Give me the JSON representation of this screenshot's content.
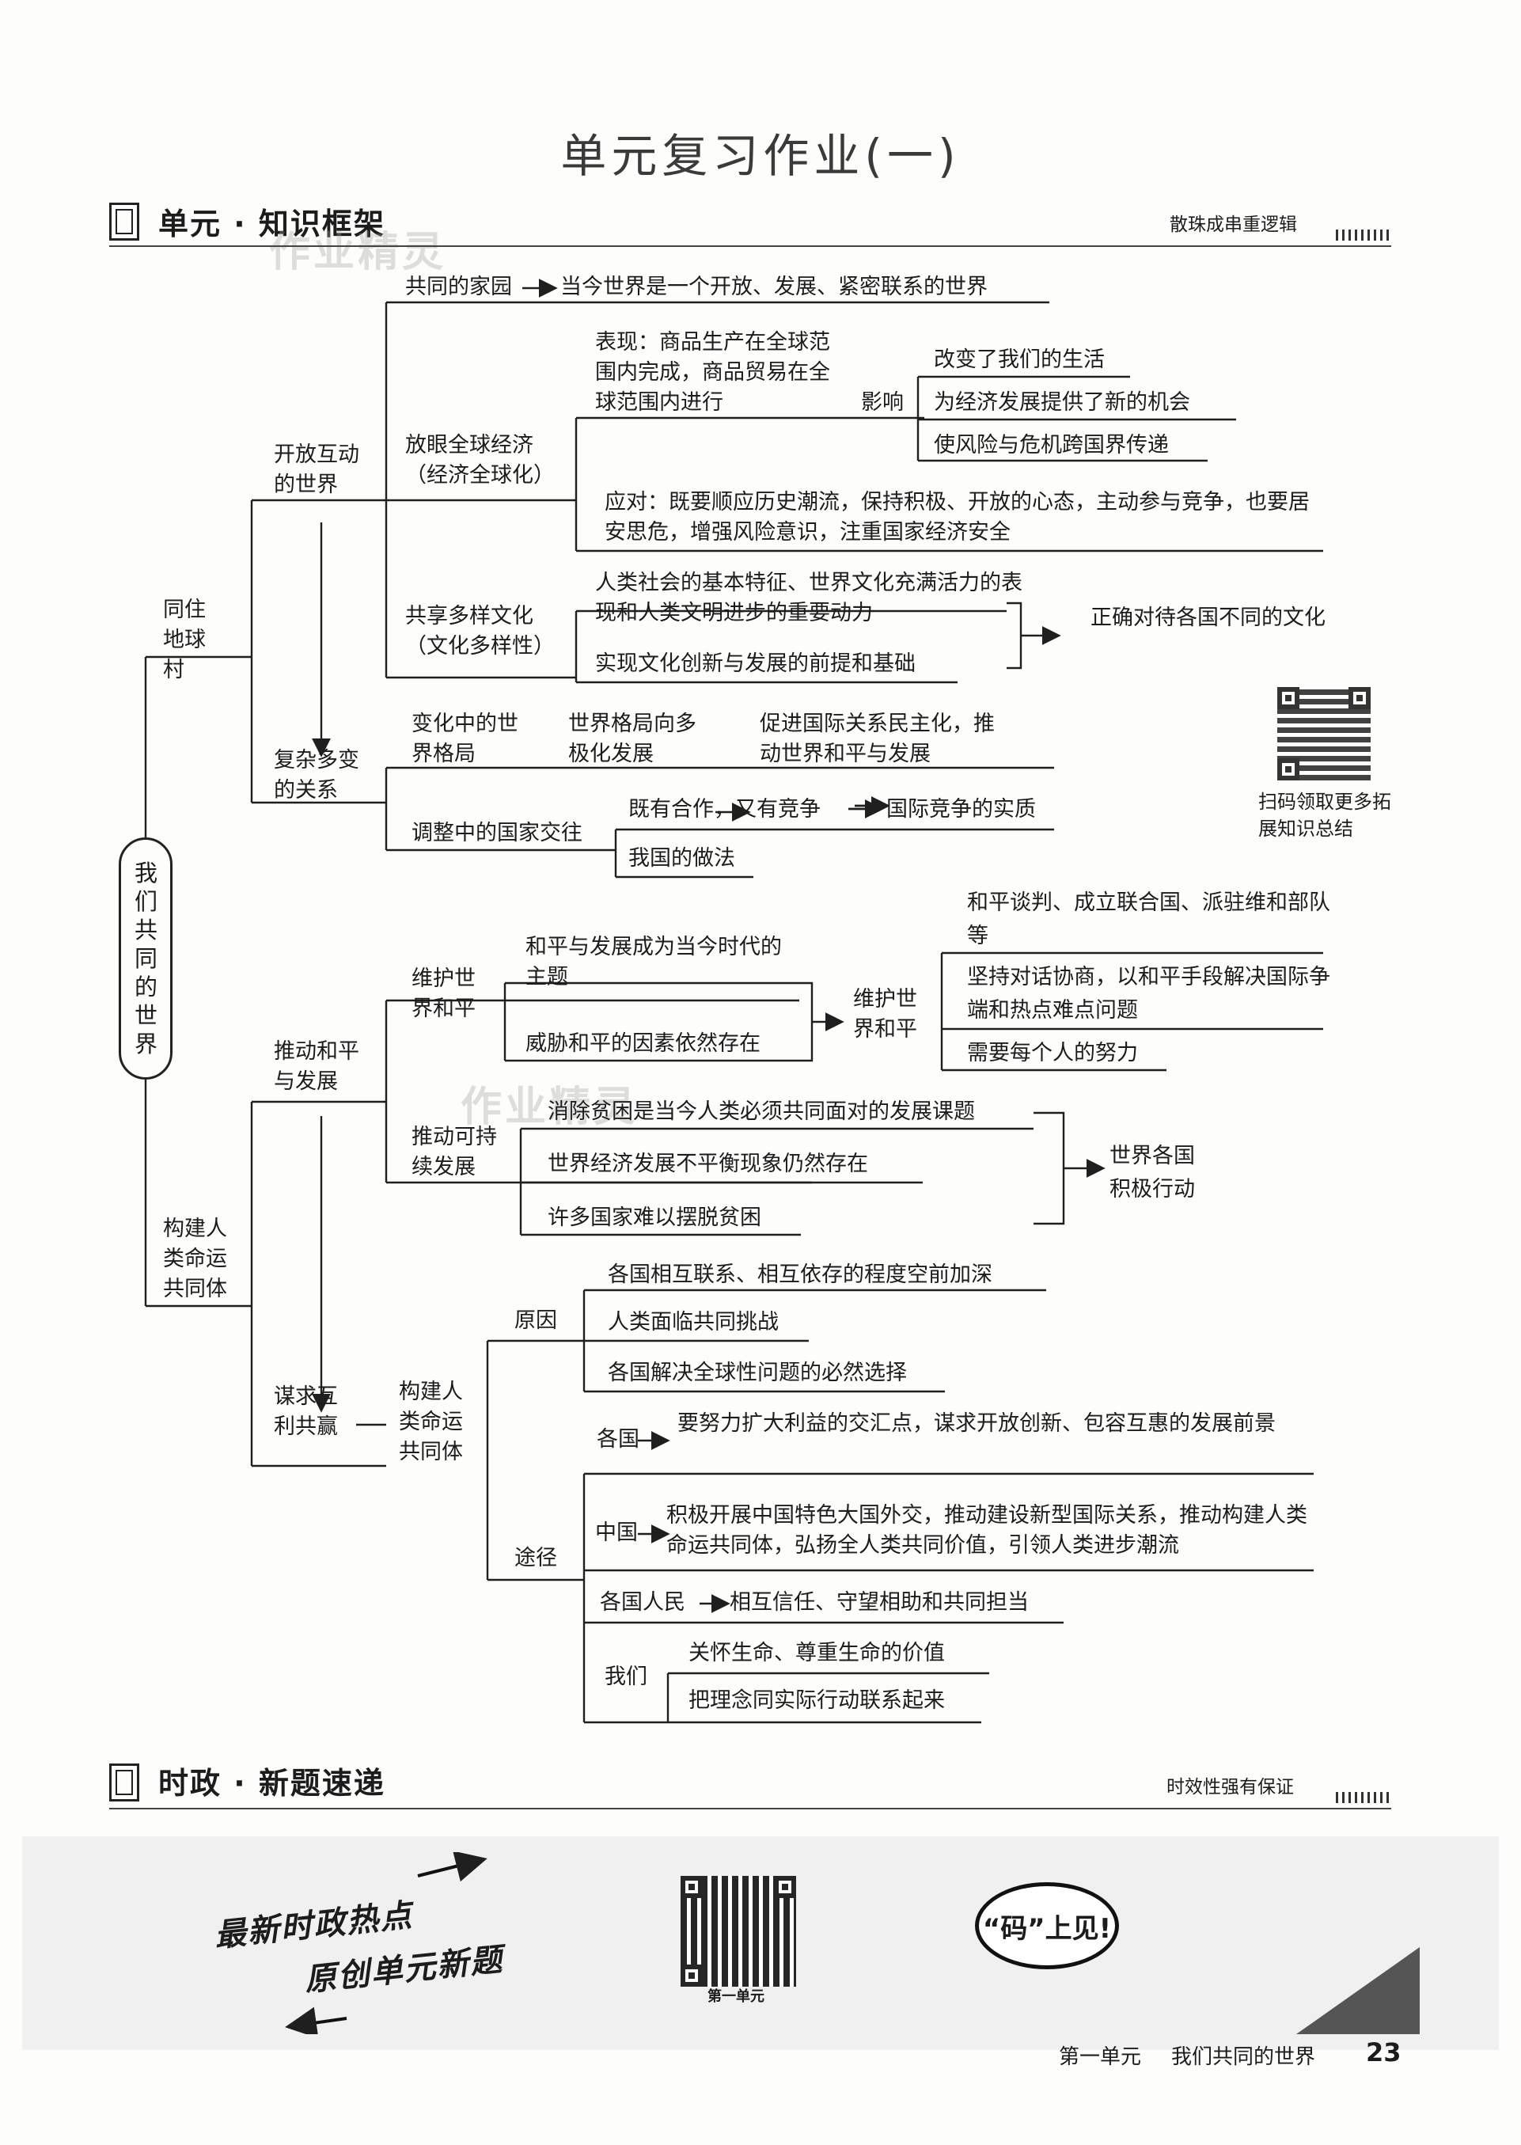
{
  "page": {
    "title": "单元复习作业(一)",
    "section1": {
      "label": "单元 · 知识框架",
      "motto": "散珠成串重逻辑"
    },
    "section2": {
      "label": "时政 · 新题速递",
      "motto": "时效性强有保证"
    },
    "watermark": "作业精灵",
    "qr_caption": "扫码领取更多拓展知识总结",
    "banner": {
      "line1": "最新时政热点",
      "line2": "原创单元新题",
      "qr_label": "第一单元",
      "bubble": "“码”上见!"
    },
    "footer": {
      "unit": "第一单元",
      "topic": "我们共同的世界",
      "page_number": "23"
    }
  },
  "map": {
    "root": "我们共同的世界",
    "l1_a": "同住地球村",
    "l1_b": "构建人类命运共同体",
    "l2_open": "开放互动的世界",
    "l2_complex": "复杂多变的关系",
    "l2_peace": "推动和平与发展",
    "l2_mutual": "谋求互利共赢",
    "home": "共同的家园",
    "home_desc": "当今世界是一个开放、发展、紧密联系的世界",
    "econ": "放眼全球经济（经济全球化）",
    "econ_show": "表现：商品生产在全球范围内完成，商品贸易在全球范围内进行",
    "econ_effect": "影响",
    "econ_e1": "改变了我们的生活",
    "econ_e2": "为经济发展提供了新的机会",
    "econ_e3": "使风险与危机跨国界传递",
    "econ_resp": "应对：既要顺应历史潮流，保持积极、开放的心态，主动参与竞争，也要居安思危，增强风险意识，注重国家经济安全",
    "culture": "共享多样文化（文化多样性）",
    "culture_a": "人类社会的基本特征、世界文化充满活力的表现和人类文明进步的重要动力",
    "culture_b": "实现文化创新与发展的前提和基础",
    "culture_res": "正确对待各国不同的文化",
    "pattern": "变化中的世界格局",
    "pattern_a": "世界格局向多极化发展",
    "pattern_b": "促进国际关系民主化，推动世界和平与发展",
    "relations": "调整中的国家交往",
    "relations_a": "既有合作，又有竞争",
    "relations_a2": "国际竞争的实质",
    "relations_b": "我国的做法",
    "peace": "维护世界和平",
    "peace_a": "和平与发展成为当今时代的主题",
    "peace_b": "威胁和平的因素依然存在",
    "peace_mid": "维护世界和平",
    "peace_r1": "和平谈判、成立联合国、派驻维和部队等",
    "peace_r2": "坚持对话协商，以和平手段解决国际争端和热点难点问题",
    "peace_r3": "需要每个人的努力",
    "sustain": "推动可持续发展",
    "sustain_a": "消除贫困是当今人类必须共同面对的发展课题",
    "sustain_b": "世界经济发展不平衡现象仍然存在",
    "sustain_c": "许多国家难以摆脱贫困",
    "sustain_res": "世界各国积极行动",
    "community": "构建人类命运共同体",
    "reason": "原因",
    "reason_a": "各国相互联系、相互依存的程度空前加深",
    "reason_b": "人类面临共同挑战",
    "reason_c": "各国解决全球性问题的必然选择",
    "path": "途径",
    "path_nations": "各国",
    "path_nations_d": "要努力扩大利益的交汇点，谋求开放创新、包容互惠的发展前景",
    "path_china": "中国",
    "path_china_d": "积极开展中国特色大国外交，推动建设新型国际关系，推动构建人类命运共同体，弘扬全人类共同价值，引领人类进步潮流",
    "path_people": "各国人民",
    "path_people_d": "相互信任、守望相助和共同担当",
    "path_us": "我们",
    "path_us_a": "关怀生命、尊重生命的价值",
    "path_us_b": "把理念同实际行动联系起来"
  }
}
